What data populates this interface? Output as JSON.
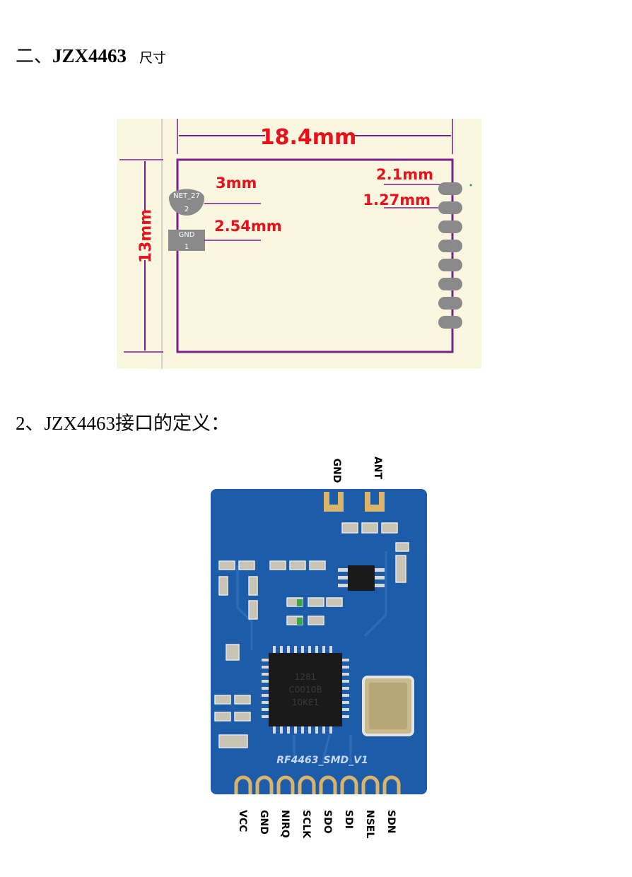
{
  "section1": {
    "prefix": "二、",
    "model": "JZX4463",
    "suffix": "尺寸"
  },
  "dimension_figure": {
    "width_label": "18.4mm",
    "height_label": "13mm",
    "pin_offset_label": "3mm",
    "pin_pitch_label": "2.54mm",
    "edge_offset_label": "2.1mm",
    "pad_pitch_label": "1.27mm",
    "pin2_net": "NET_27",
    "pin2_number": "2",
    "pin1_net": "GND",
    "pin1_number": "1",
    "colors": {
      "background": "#faf6e0",
      "outline": "#7b1f8c",
      "dimension_text": "#e8101a",
      "pad": "#8a8a8a"
    }
  },
  "section2": {
    "prefix": "2、",
    "model": "JZX4463",
    "suffix": "接口的定义："
  },
  "module_photo": {
    "top_pins": [
      "GND",
      "ANT"
    ],
    "bottom_pins": [
      "VCC",
      "GND",
      "NIRQ",
      "SCLK",
      "SDO",
      "SDI",
      "NSEL",
      "SDN"
    ],
    "silkscreen": "RF4463_SMD_V1",
    "chip_marking": [
      "1281",
      "C0010B",
      "10KE1"
    ],
    "colors": {
      "pcb": "#1d5ca8",
      "gold": "#d9b46a"
    }
  }
}
